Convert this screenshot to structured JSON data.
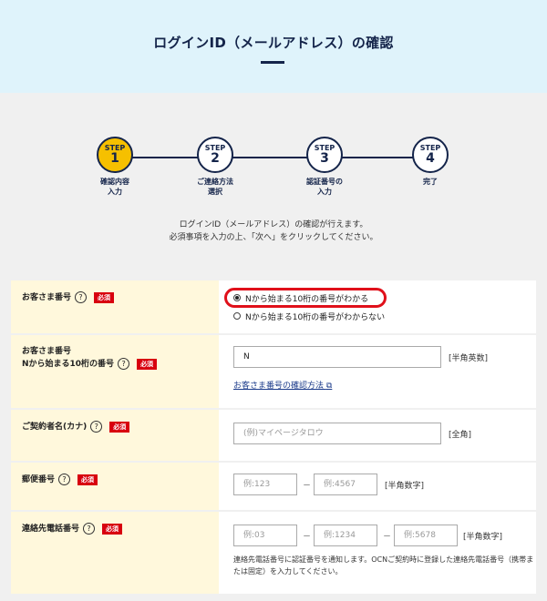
{
  "page": {
    "title": "ログインID（メールアドレス）の確認",
    "intro_line1": "ログインID（メールアドレス）の確認が行えます。",
    "intro_line2": "必須事項を入力の上、「次へ」をクリックしてください。"
  },
  "steps": [
    {
      "st": "STEP",
      "num": "1",
      "label": "確認内容\n入力"
    },
    {
      "st": "STEP",
      "num": "2",
      "label": "ご連絡方法\n選択"
    },
    {
      "st": "STEP",
      "num": "3",
      "label": "認証番号の\n入力"
    },
    {
      "st": "STEP",
      "num": "4",
      "label": "完了"
    }
  ],
  "common": {
    "help": "?",
    "required": "必須"
  },
  "form": {
    "customer_no": {
      "label": "お客さま番号",
      "option1": "Nから始まる10桁の番号がわかる",
      "option2": "Nから始まる10桁の番号がわからない"
    },
    "customer_no_input": {
      "label1": "お客さま番号",
      "label2": "Nから始まる10桁の番号",
      "value": "N",
      "hint": "[半角英数]",
      "link": "お客さま番号の確認方法"
    },
    "contract_name": {
      "label": "ご契約者名(カナ)",
      "placeholder": "(例)マイページタロウ",
      "hint": "[全角]"
    },
    "postal": {
      "label": "郵便番号",
      "placeholder1": "例:123",
      "placeholder2": "例:4567",
      "dash": "－",
      "hint": "[半角数字]"
    },
    "phone": {
      "label": "連絡先電話番号",
      "placeholder1": "例:03",
      "placeholder2": "例:1234",
      "placeholder3": "例:5678",
      "dash": "－",
      "hint": "[半角数字]",
      "note": "連絡先電話番号に認証番号を通知します。OCNご契約時に登録した連絡先電話番号（携帯または固定）を入力してください。"
    }
  }
}
